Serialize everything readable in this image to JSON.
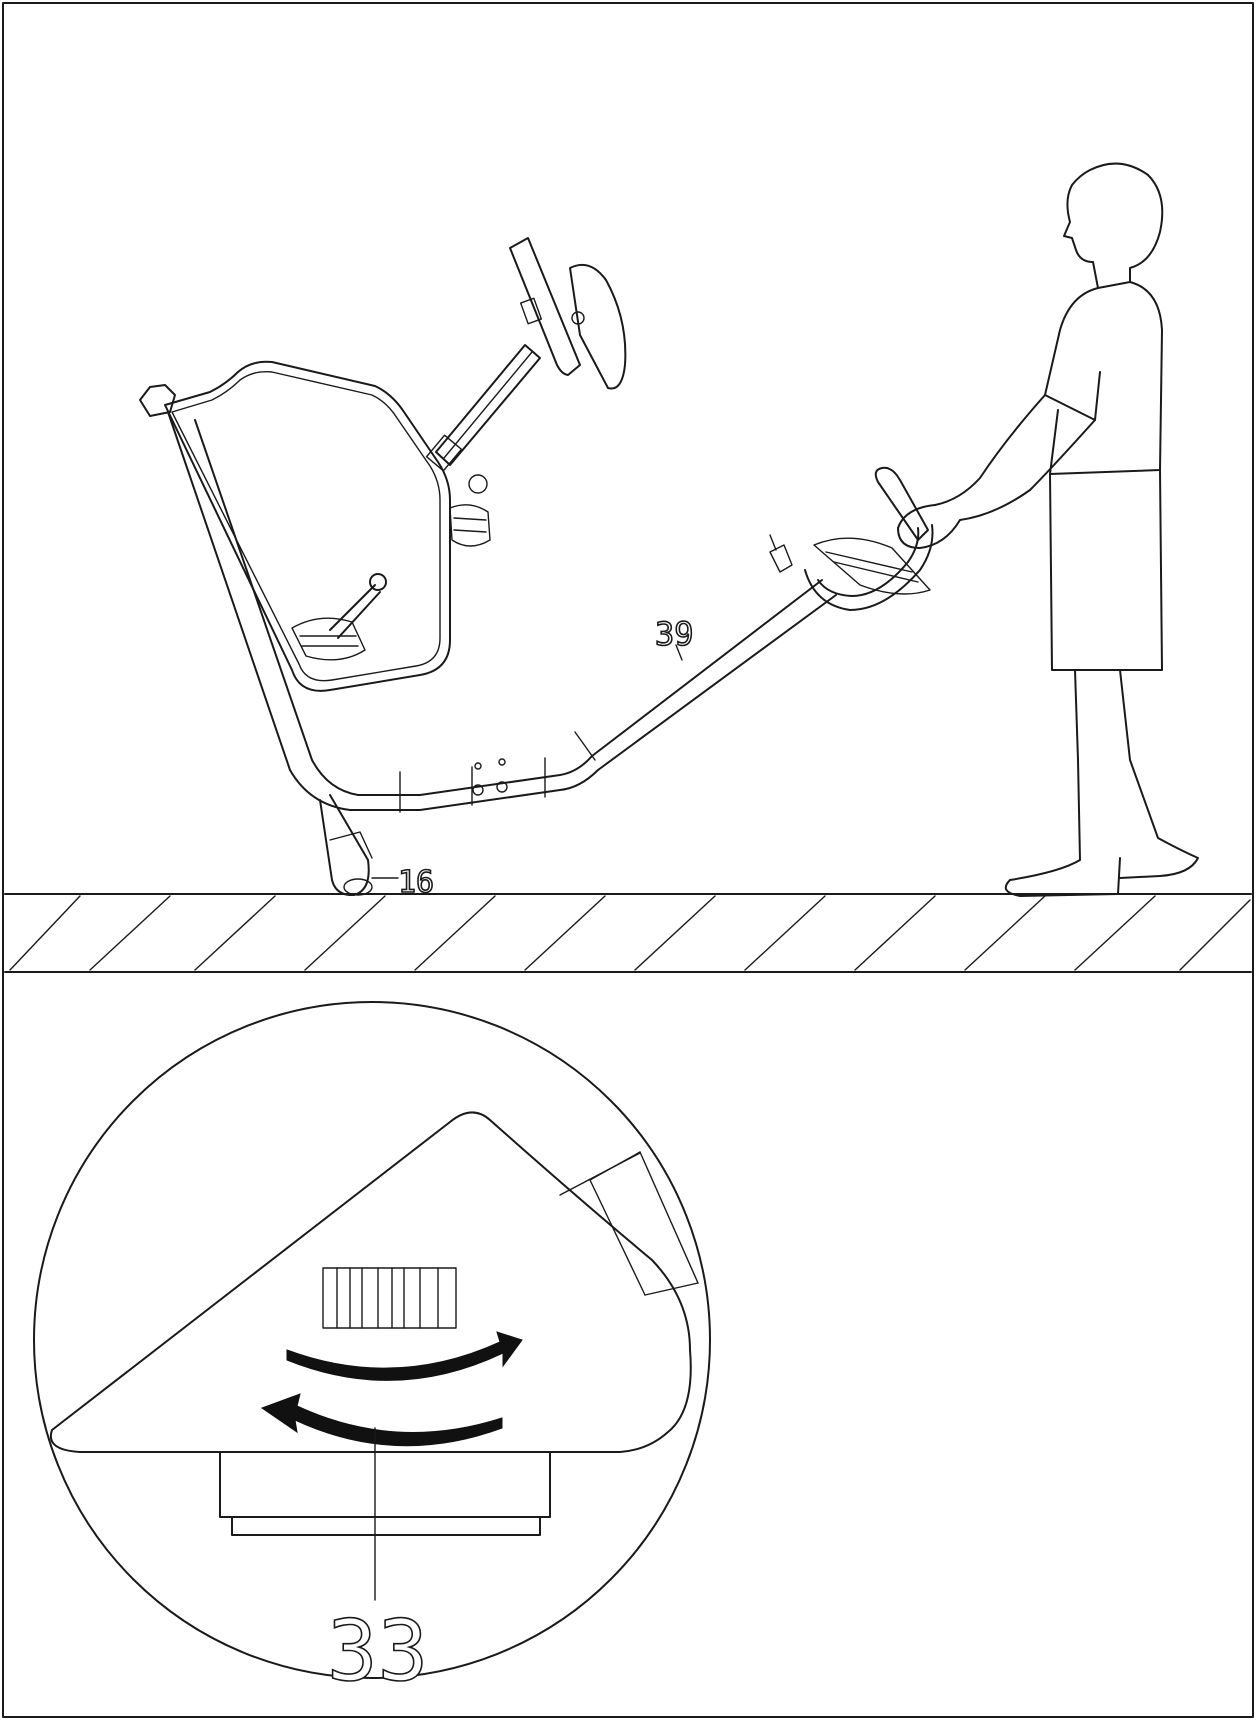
{
  "callouts": {
    "tube": "39",
    "wheel": "16",
    "cap": "33"
  },
  "colors": {
    "line": "#1a1a1a",
    "background": "#ffffff"
  }
}
